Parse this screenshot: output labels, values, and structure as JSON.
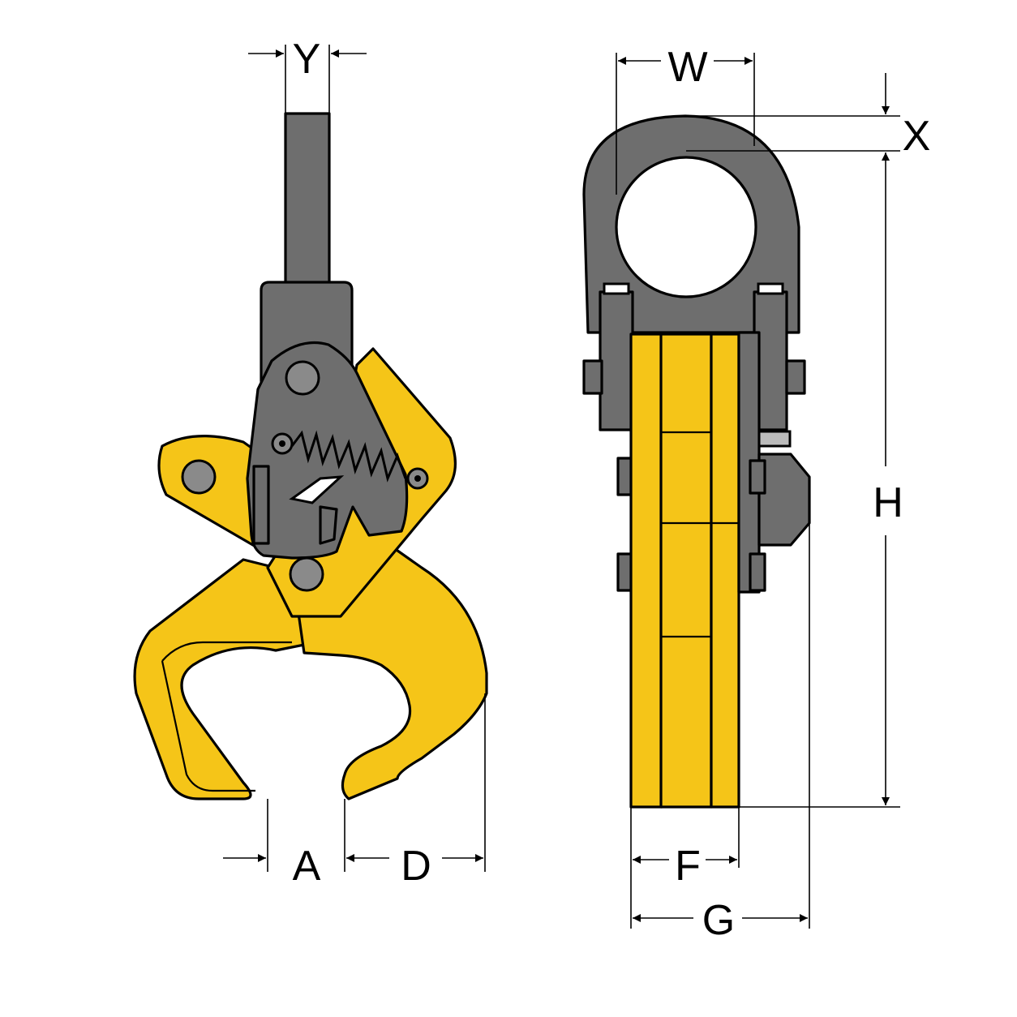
{
  "labels": {
    "Y": "Y",
    "W": "W",
    "X": "X",
    "H": "H",
    "A": "A",
    "D": "D",
    "F": "F",
    "G": "G"
  },
  "colors": {
    "clamp_yellow": "#F5C518",
    "steel_gray": "#6E6E6E",
    "pin_gray": "#8A8A8A"
  }
}
